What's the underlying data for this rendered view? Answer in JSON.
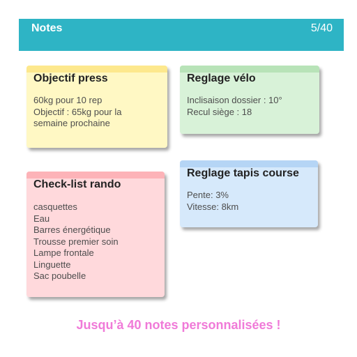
{
  "appbar": {
    "title": "Notes",
    "counter": "5/40"
  },
  "notes": [
    {
      "title": "Objectif press",
      "lines": [
        "60kg pour 10 rep",
        "Objectif : 65kg pour la",
        "semaine prochaine"
      ],
      "colors": {
        "background": "#fff8c4",
        "strip": "#fde88d"
      }
    },
    {
      "title": "Reglage vélo",
      "lines": [
        "Inclisaison dossier : 10°",
        "Recul siège : 18"
      ],
      "colors": {
        "background": "#d8f2d8",
        "strip": "#b8e3b8"
      }
    },
    {
      "title": "Check-list rando",
      "lines": [
        "casquettes",
        "Eau",
        "Barres énergétique",
        "Trousse premier soin",
        "Lampe frontale",
        "Linguette",
        "Sac poubelle"
      ],
      "colors": {
        "background": "#ffd9dc",
        "strip": "#fdb3b8"
      }
    },
    {
      "title": "Reglage tapis course",
      "lines": [
        "Pente: 3%",
        "Vitesse: 8km"
      ],
      "colors": {
        "background": "#d6e9fb",
        "strip": "#b5d5f5"
      }
    }
  ],
  "footer": {
    "tagline": "Jusqu’à 40 notes personnalisées !"
  }
}
